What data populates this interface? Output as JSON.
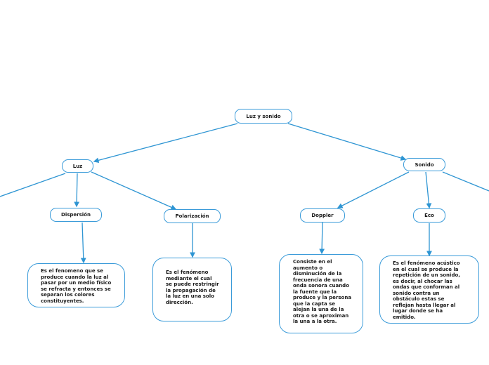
{
  "root": {
    "label": "Luz y sonido"
  },
  "luz": {
    "label": "Luz",
    "children": [
      {
        "label": "Dispersión",
        "description": "Es el fenomeno que se produce cuando la luz al pasar por un medio físico se refracta y entonces se separan los colores constituyentes."
      },
      {
        "label": "Polarización",
        "description": "Es el fenómeno mediante el cual se puede restringir la propagación de la luz en una solo dirección."
      }
    ]
  },
  "sonido": {
    "label": "Sonido",
    "children": [
      {
        "label": "Doppler",
        "description": "Consiste en el aumento o disminución de la frecuencia de una onda sonora cuando la fuente que la produce y la persona que la capta se alejan la una de la otra o se aproximan la una a la otra."
      },
      {
        "label": "Eco",
        "description": "Es el fenómeno acústico en el cual se produce la repetición de un sonido, es decir, al chocar las ondas que conforman al sonido contra un obstáculo estas se reflejan hasta llegar al lugar donde se ha emitido."
      }
    ]
  },
  "colors": {
    "line": "#2e95d3",
    "border": "#3a9bd9"
  }
}
